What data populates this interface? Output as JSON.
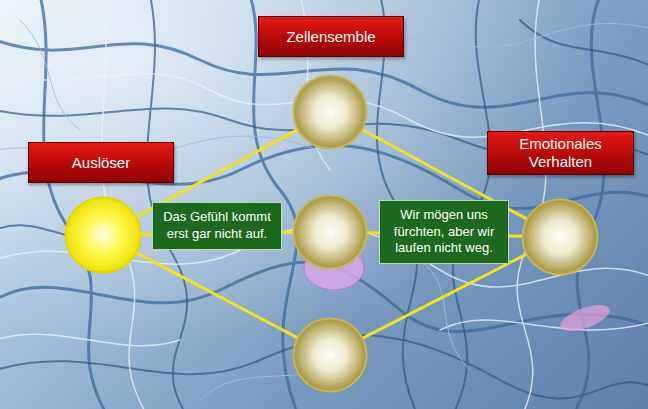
{
  "diagram": {
    "nodes": [
      {
        "text": [
          "Auslöser"
        ]
      },
      {
        "text": [
          "Zellensemble"
        ]
      },
      {
        "text": []
      },
      {
        "text": []
      },
      {
        "text": [
          "Emotionales Verhalten"
        ]
      }
    ],
    "edges": [
      {
        "from": 0,
        "to": 1,
        "arrow": "none"
      },
      {
        "from": 0,
        "to": 2,
        "label": "Das Gefühl kommt erst gar nicht auf.",
        "arrow": "none"
      },
      {
        "from": 0,
        "to": 3,
        "arrow": "none"
      },
      {
        "from": 1,
        "to": 4,
        "arrow": "none"
      },
      {
        "from": 2,
        "to": 4,
        "label": "Wir mögen uns fürchten, aber wir laufen nicht weg.",
        "arrow": "none"
      },
      {
        "from": 3,
        "to": 4,
        "arrow": "none"
      }
    ]
  }
}
